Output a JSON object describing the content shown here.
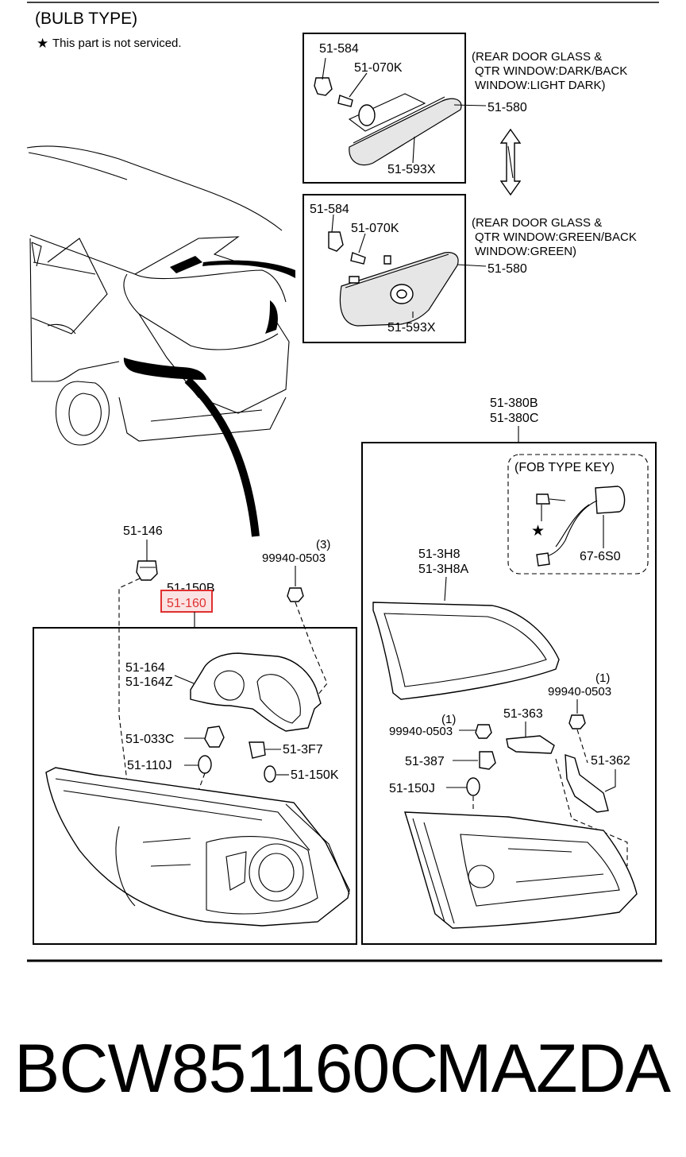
{
  "header": {
    "title": "(BULB TYPE)",
    "note_star": "★",
    "note": "This part is not serviced."
  },
  "high_mount_top": {
    "parts": [
      "51-584",
      "51-070K",
      "51-580",
      "51-593X"
    ],
    "condition": [
      "(REAR DOOR GLASS &",
      "QTR WINDOW:DARK/BACK",
      "WINDOW:LIGHT DARK)"
    ]
  },
  "high_mount_bottom": {
    "parts": [
      "51-584",
      "51-070K",
      "51-580",
      "51-593X"
    ],
    "condition": [
      "(REAR DOOR GLASS &",
      "QTR WINDOW:GREEN/BACK",
      "WINDOW:GREEN)"
    ]
  },
  "left_lamp": {
    "bulb_socket": "51-146",
    "nut_qty": "(3)",
    "nut": "99940-0503",
    "assembly": [
      "51-150B",
      "51-160"
    ],
    "highlighted": "51-160",
    "gasket": [
      "51-164",
      "51-164Z"
    ],
    "socket": "51-033C",
    "clip": "51-3F7",
    "bulb_a": "51-110J",
    "bulb_b": "51-150K"
  },
  "right_lamp": {
    "assembly": [
      "51-380B",
      "51-380C"
    ],
    "fob_title": "(FOB TYPE KEY)",
    "fob_star": "★",
    "fob_part": "67-6S0",
    "seal": [
      "51-3H8",
      "51-3H8A"
    ],
    "nut_a_qty": "(1)",
    "nut_a": "99940-0503",
    "nut_b_qty": "(1)",
    "nut_b": "99940-0503",
    "bracket": "51-363",
    "socket": "51-387",
    "bracket_b": "51-362",
    "bulb": "51-150J"
  },
  "footer": {
    "part_number": "BCW851160C",
    "brand": "MAZDA"
  },
  "colors": {
    "highlight_border": "#e03030",
    "highlight_fill": "#fbe3e3"
  }
}
